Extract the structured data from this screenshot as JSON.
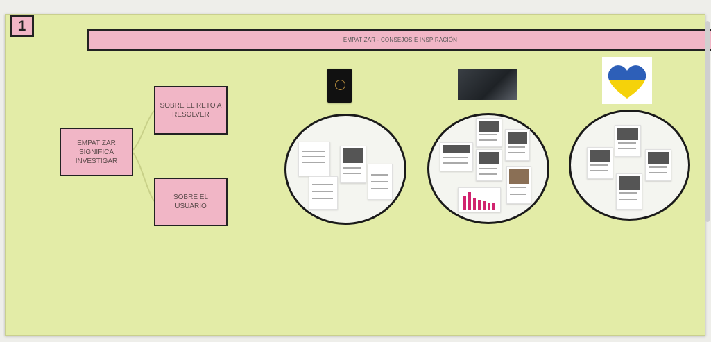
{
  "frame": {
    "number": "1"
  },
  "title": "EMPATIZAR - CONSEJOS E INSPIRACIÓN",
  "notes": {
    "main": "EMPATIZAR SIGNIFICA INVESTIGAR",
    "reto": "SOBRE EL RETO A RESOLVER",
    "usuario": "SOBRE EL USUARIO"
  },
  "colors": {
    "board": "#e3eca7",
    "note": "#f1b6c6",
    "chart_pink": "#d1246f",
    "ukraine_blue": "#2d5fb8",
    "ukraine_yellow": "#f5d20a"
  },
  "icons": {
    "passport": "passport-icon",
    "news_photo": "news-photo-icon",
    "heart": "ukraine-heart-icon"
  }
}
